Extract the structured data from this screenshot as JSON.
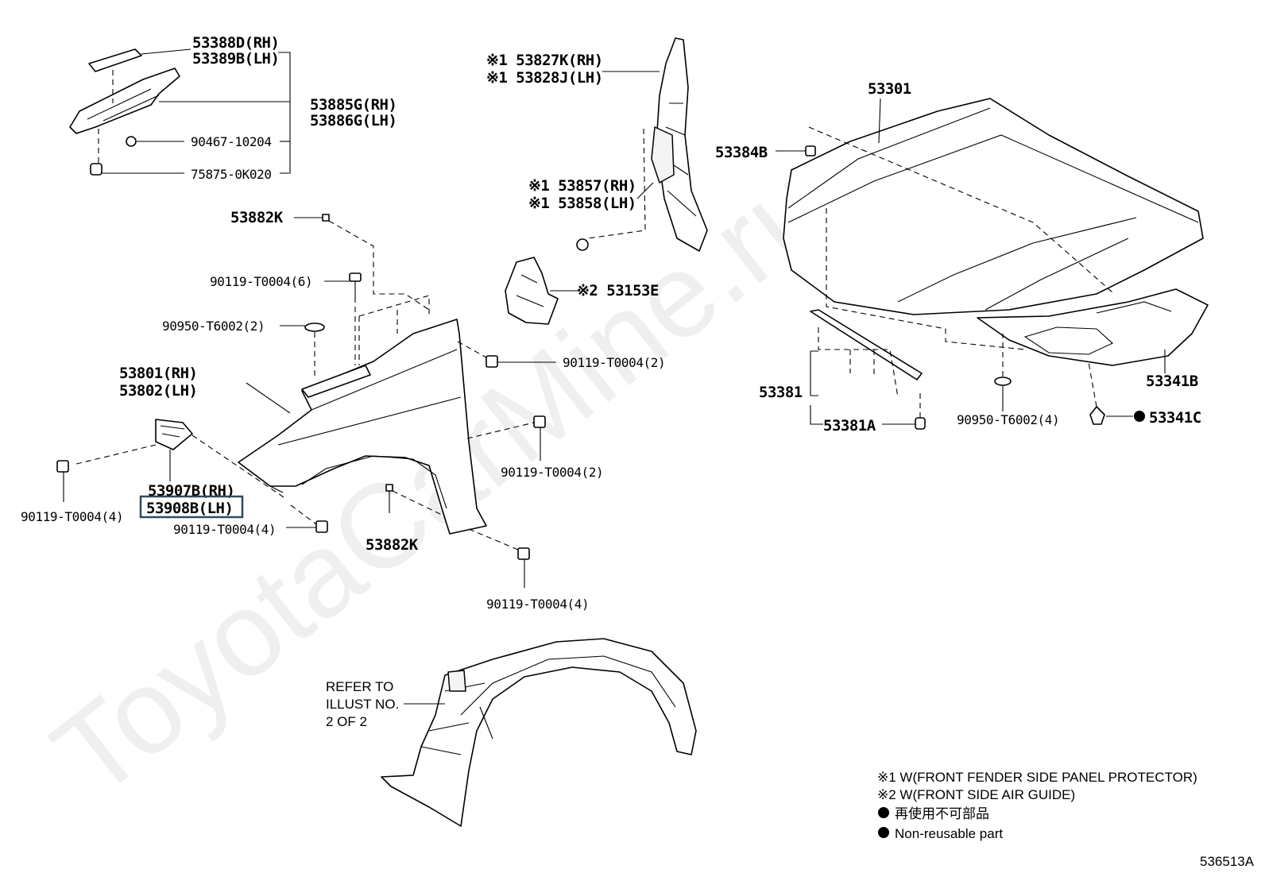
{
  "diagram": {
    "watermark": "ToyotaCarMine.ru",
    "drawing_id": "536513A",
    "highlighted_part": "53908B(LH)",
    "part_labels": {
      "p53388D": "53388D(RH)",
      "p53389B": "53389B(LH)",
      "p53885G": "53885G(RH)",
      "p53886G": "53886G(LH)",
      "p90467": "90467-10204",
      "p75875": "75875-0K020",
      "p53882K_top": "53882K",
      "p90119_6": "90119-T0004(6)",
      "p90950_2": "90950-T6002(2)",
      "p53801": "53801(RH)",
      "p53802": "53802(LH)",
      "p53907B": "53907B(RH)",
      "p53908B": "53908B(LH)",
      "p90119_4_left": "90119-T0004(4)",
      "p90119_4_mid": "90119-T0004(4)",
      "p53882K_bottom": "53882K",
      "p90119_4_bottom": "90119-T0004(4)",
      "p90119_2_upper": "90119-T0004(2)",
      "p90119_2_lower": "90119-T0004(2)",
      "p53827K": "※1 53827K(RH)",
      "p53828J": "※1 53828J(LH)",
      "p53857": "※1 53857(RH)",
      "p53858": "※1 53858(LH)",
      "p53153E": "※2 53153E",
      "p53301": "53301",
      "p53384B": "53384B",
      "p53381": "53381",
      "p53381A": "53381A",
      "p90950_4": "90950-T6002(4)",
      "p53341B": "53341B",
      "p53341C": "53341C"
    },
    "refer_note": [
      "REFER TO",
      "ILLUST NO.",
      "2 OF 2"
    ],
    "legend": [
      "※1 W(FRONT FENDER SIDE PANEL PROTECTOR)",
      "※2 W(FRONT SIDE AIR GUIDE)",
      "再使用不可部品",
      "Non-reusable part"
    ]
  }
}
